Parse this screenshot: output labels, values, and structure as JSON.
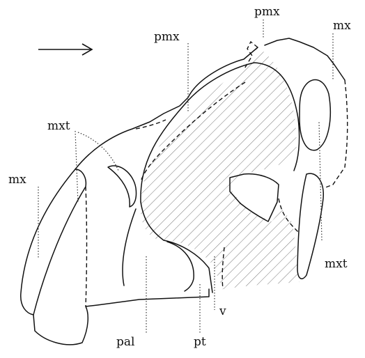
{
  "labels": {
    "pmx_top": "pmx",
    "mx_right": "mx",
    "pmx_left": "pmx",
    "mxt_top": "mxt",
    "mx_left": "mx",
    "mxt_right": "mxt",
    "v": "v",
    "pal": "pal",
    "pt": "pt"
  }
}
